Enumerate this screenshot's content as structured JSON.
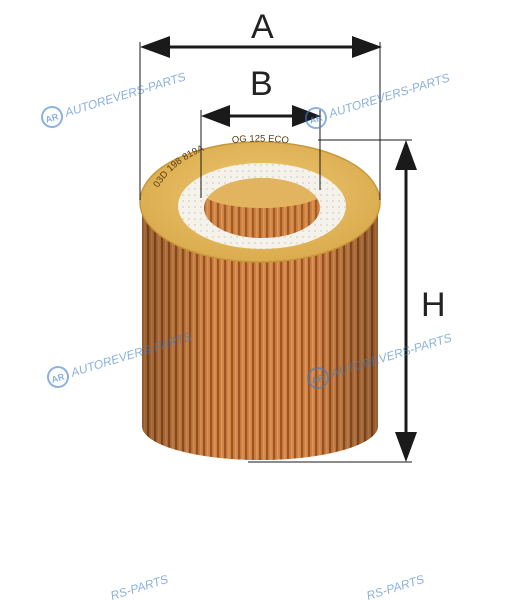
{
  "dimensions": {
    "a_label": "A",
    "b_label": "B",
    "h_label": "H"
  },
  "filter": {
    "stamp_left": "03D 198 819A",
    "stamp_right": "OG 125 ECO"
  },
  "watermark": {
    "text": "AUTOREVERS-PARTS",
    "text_cut": "RS-PARTS",
    "logo": "AR"
  },
  "colors": {
    "end_cap": "#e3b75a",
    "end_cap_edge": "#c8973a",
    "pleat_light": "#d9874a",
    "pleat_dark": "#a65a26",
    "arrows": "#1a1a1a",
    "watermark": "#3d7ec8"
  }
}
